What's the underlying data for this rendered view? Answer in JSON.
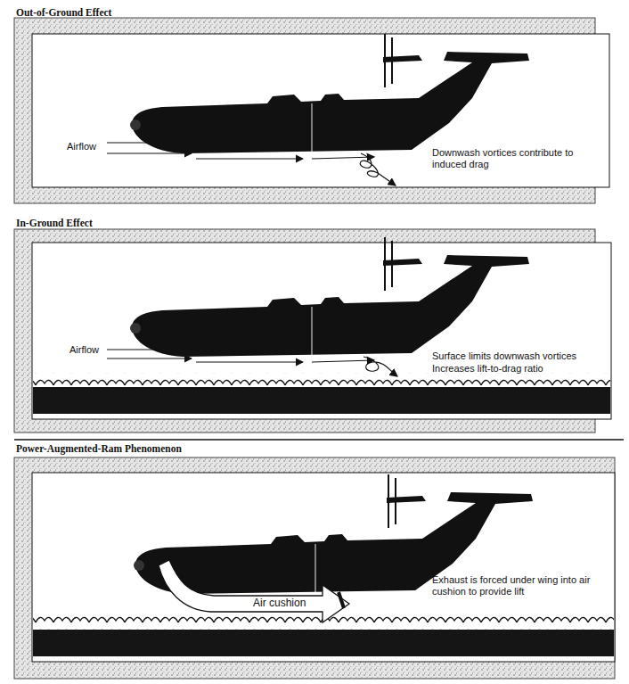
{
  "diagram": {
    "nodes": [
      {
        "text": [
          "Out-of-Ground Effect",
          "Airflow",
          "Downwash vortices contribute to induced drag"
        ]
      },
      {
        "text": [
          "In-Ground Effect",
          "Airflow",
          "Surface limits downwash vortices",
          "Increases lift-to-drag ratio"
        ]
      },
      {
        "text": [
          "Power-Augmented-Ram Phenomenon",
          "Air cushion",
          "Exhaust is forced under wing into air cushion to provide lift"
        ]
      }
    ]
  }
}
